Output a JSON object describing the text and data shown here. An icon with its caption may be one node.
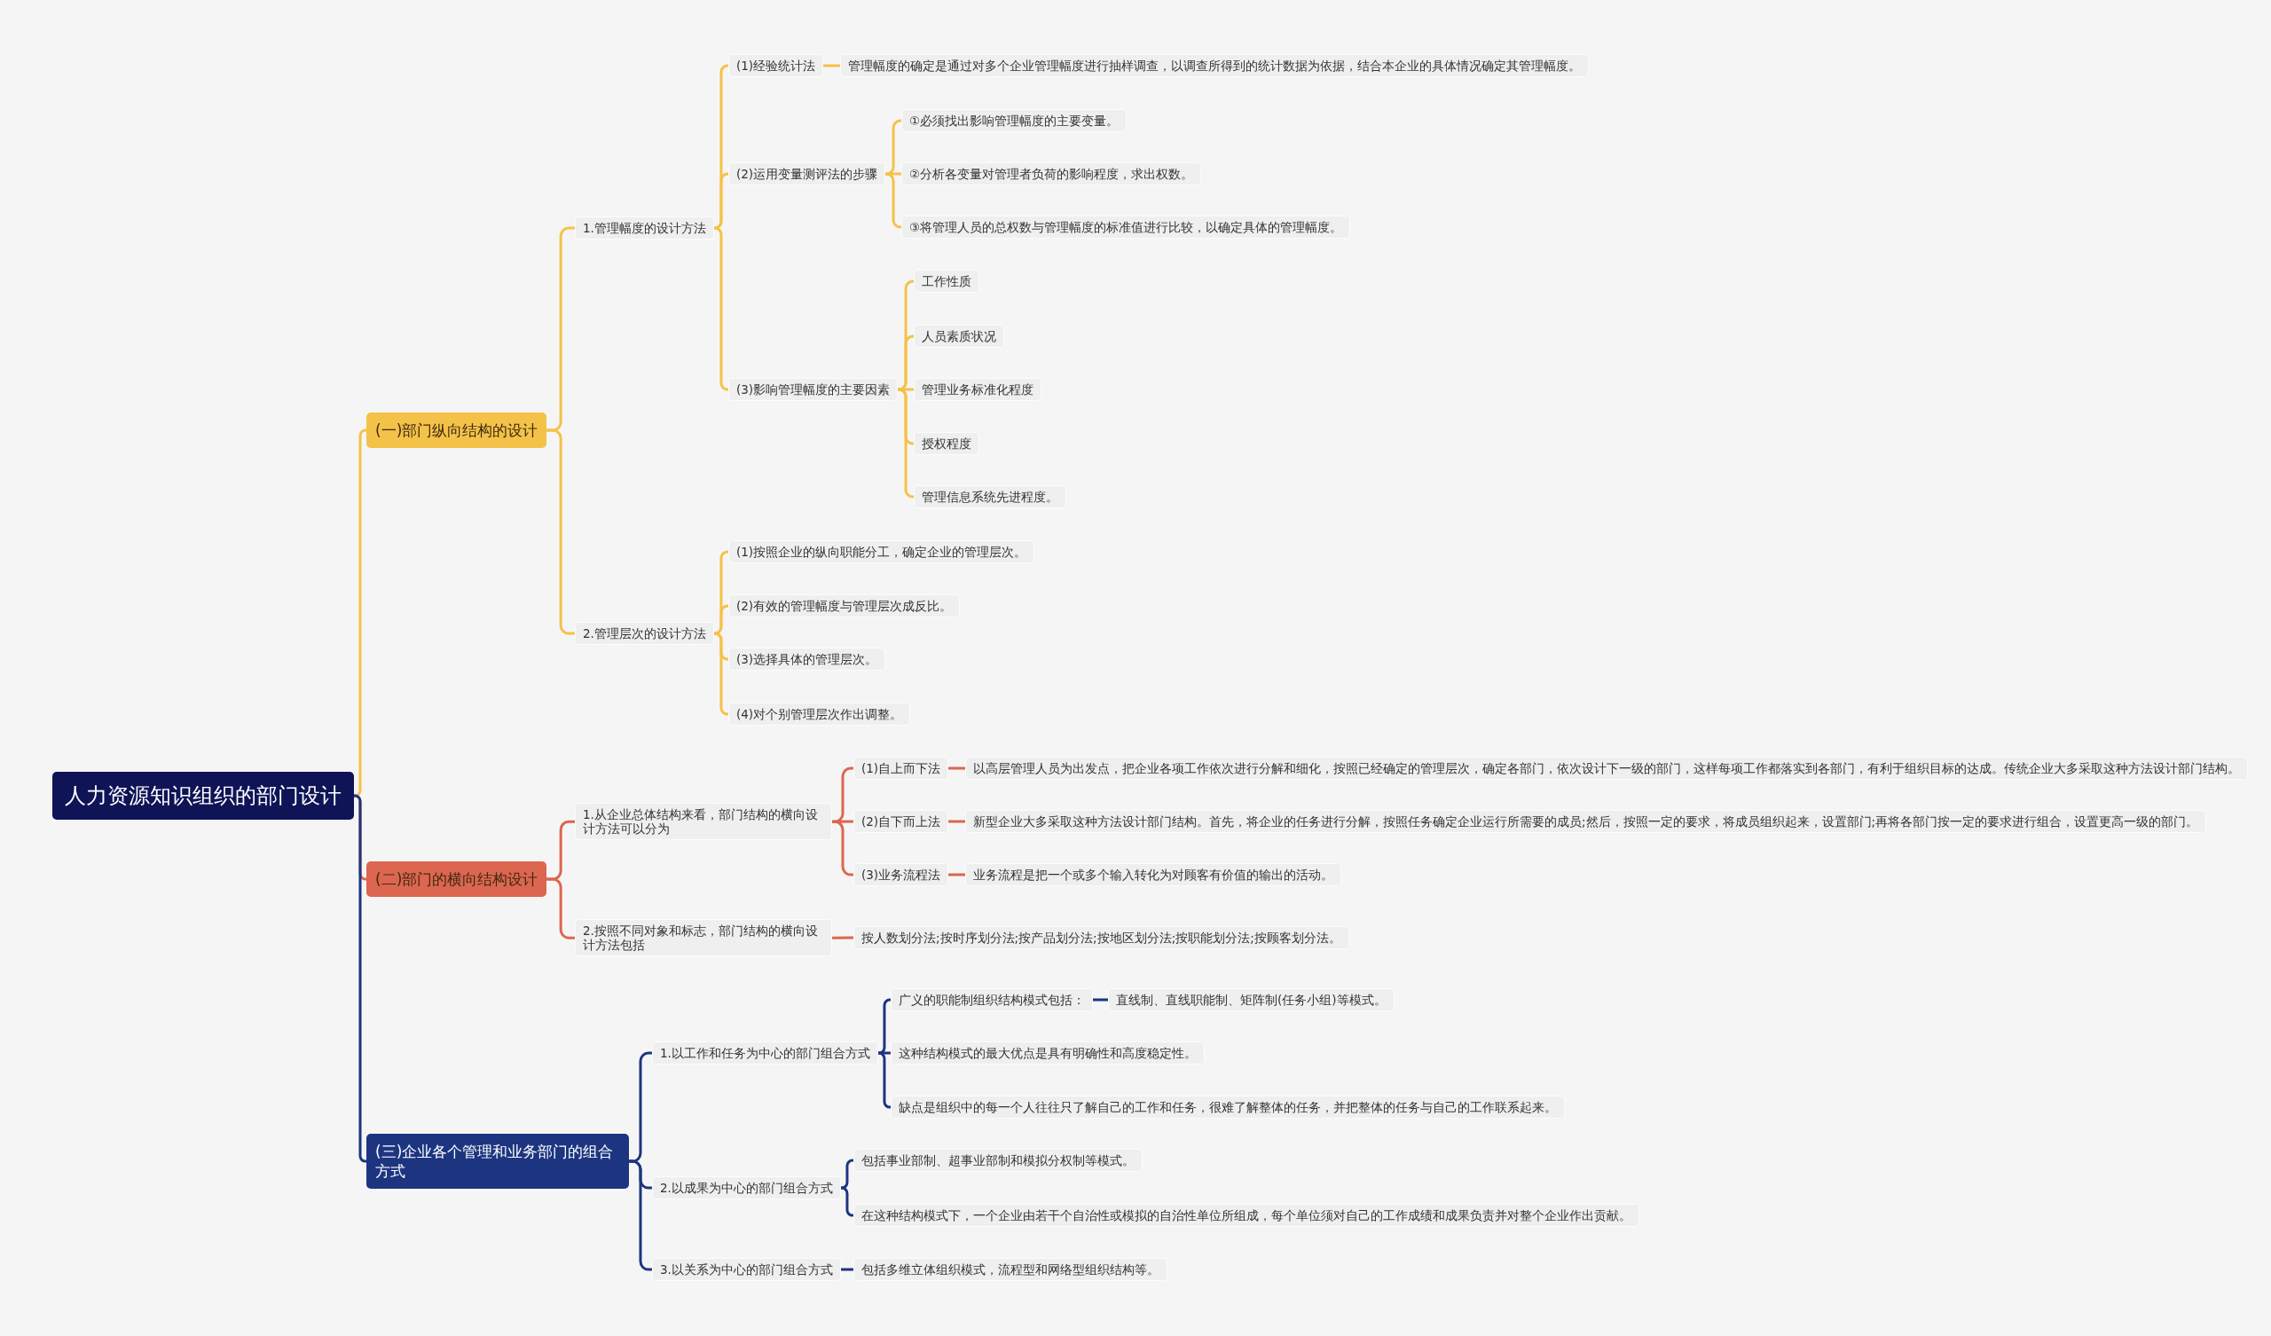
{
  "diagram": {
    "nodes": [
      {
        "text": [
          "人力资源知识组织的部门设计"
        ]
      },
      {
        "text": [
          "(一)部门纵向结构的设计"
        ]
      },
      {
        "text": [
          "1.管理幅度的设计方法"
        ]
      },
      {
        "text": [
          "(1)经验统计法"
        ]
      },
      {
        "text": [
          "管理幅度的确定是通过对多个企业管理幅度进行抽样调查，以调查所得到的统计数据为依据，结合本企业的具体情况确定其管理幅度。"
        ]
      },
      {
        "text": [
          "(2)运用变量测评法的步骤"
        ]
      },
      {
        "text": [
          "①必须找出影响管理幅度的主要变量。"
        ]
      },
      {
        "text": [
          "②分析各变量对管理者负荷的影响程度，求出权数。"
        ]
      },
      {
        "text": [
          "③将管理人员的总权数与管理幅度的标准值进行比较，以确定具体的管理幅度。"
        ]
      },
      {
        "text": [
          "(3)影响管理幅度的主要因素"
        ]
      },
      {
        "text": [
          "工作性质"
        ]
      },
      {
        "text": [
          "人员素质状况"
        ]
      },
      {
        "text": [
          "管理业务标准化程度"
        ]
      },
      {
        "text": [
          "授权程度"
        ]
      },
      {
        "text": [
          "管理信息系统先进程度。"
        ]
      },
      {
        "text": [
          "2.管理层次的设计方法"
        ]
      },
      {
        "text": [
          "(1)按照企业的纵向职能分工，确定企业的管理层次。"
        ]
      },
      {
        "text": [
          "(2)有效的管理幅度与管理层次成反比。"
        ]
      },
      {
        "text": [
          "(3)选择具体的管理层次。"
        ]
      },
      {
        "text": [
          "(4)对个别管理层次作出调整。"
        ]
      },
      {
        "text": [
          "(二)部门的横向结构设计"
        ]
      },
      {
        "text": [
          "1.从企业总体结构来看，部门结构的横向设计方法可以分为"
        ]
      },
      {
        "text": [
          "(1)自上而下法"
        ]
      },
      {
        "text": [
          "以高层管理人员为出发点，把企业各项工作依次进行分解和细化，按照已经确定的管理层次，确定各部门，依次设计下一级的部门，这样每项工作都落实到各部门，有利于组织目标的达成。传统企业大多采取这种方法设计部门结构。"
        ]
      },
      {
        "text": [
          "(2)自下而上法"
        ]
      },
      {
        "text": [
          "新型企业大多采取这种方法设计部门结构。首先，将企业的任务进行分解，按照任务确定企业运行所需要的成员;然后，按照一定的要求，将成员组织起来，设置部门;再将各部门按一定的要求进行组合，设置更高一级的部门。"
        ]
      },
      {
        "text": [
          "(3)业务流程法"
        ]
      },
      {
        "text": [
          "业务流程是把一个或多个输入转化为对顾客有价值的输出的活动。"
        ]
      },
      {
        "text": [
          "2.按照不同对象和标志，部门结构的横向设计方法包括"
        ]
      },
      {
        "text": [
          "按人数划分法;按时序划分法;按产品划分法;按地区划分法;按职能划分法;按顾客划分法。"
        ]
      },
      {
        "text": [
          "(三)企业各个管理和业务部门的组合方式"
        ]
      },
      {
        "text": [
          "1.以工作和任务为中心的部门组合方式"
        ]
      },
      {
        "text": [
          "广义的职能制组织结构模式包括："
        ]
      },
      {
        "text": [
          "直线制、直线职能制、矩阵制(任务小组)等模式。"
        ]
      },
      {
        "text": [
          "这种结构模式的最大优点是具有明确性和高度稳定性。"
        ]
      },
      {
        "text": [
          "缺点是组织中的每一个人往往只了解自己的工作和任务，很难了解整体的任务，并把整体的任务与自己的工作联系起来。"
        ]
      },
      {
        "text": [
          "2.以成果为中心的部门组合方式"
        ]
      },
      {
        "text": [
          "包括事业部制、超事业部制和模拟分权制等模式。"
        ]
      },
      {
        "text": [
          "在这种结构模式下，一个企业由若干个自治性或模拟的自治性单位所组成，每个单位须对自己的工作成绩和成果负责并对整个企业作出贡献。"
        ]
      },
      {
        "text": [
          "3.以关系为中心的部门组合方式"
        ]
      },
      {
        "text": [
          "包括多维立体组织模式，流程型和网络型组织结构等。"
        ]
      }
    ],
    "edges": [
      {
        "from": 0,
        "to": 1,
        "arrow": "none"
      },
      {
        "from": 1,
        "to": 2,
        "arrow": "none"
      },
      {
        "from": 2,
        "to": 3,
        "arrow": "none"
      },
      {
        "from": 3,
        "to": 4,
        "arrow": "none"
      },
      {
        "from": 2,
        "to": 5,
        "arrow": "none"
      },
      {
        "from": 5,
        "to": 6,
        "arrow": "none"
      },
      {
        "from": 5,
        "to": 7,
        "arrow": "none"
      },
      {
        "from": 5,
        "to": 8,
        "arrow": "none"
      },
      {
        "from": 2,
        "to": 9,
        "arrow": "none"
      },
      {
        "from": 9,
        "to": 10,
        "arrow": "none"
      },
      {
        "from": 9,
        "to": 11,
        "arrow": "none"
      },
      {
        "from": 9,
        "to": 12,
        "arrow": "none"
      },
      {
        "from": 9,
        "to": 13,
        "arrow": "none"
      },
      {
        "from": 9,
        "to": 14,
        "arrow": "none"
      },
      {
        "from": 1,
        "to": 15,
        "arrow": "none"
      },
      {
        "from": 15,
        "to": 16,
        "arrow": "none"
      },
      {
        "from": 15,
        "to": 17,
        "arrow": "none"
      },
      {
        "from": 15,
        "to": 18,
        "arrow": "none"
      },
      {
        "from": 15,
        "to": 19,
        "arrow": "none"
      },
      {
        "from": 0,
        "to": 20,
        "arrow": "none",
        "color": "#dc6650"
      },
      {
        "from": 20,
        "to": 21,
        "arrow": "none",
        "color": "#dc6650"
      },
      {
        "from": 21,
        "to": 22,
        "arrow": "none",
        "color": "#dc6650"
      },
      {
        "from": 22,
        "to": 23,
        "arrow": "none",
        "color": "#dc6650"
      },
      {
        "from": 21,
        "to": 24,
        "arrow": "none",
        "color": "#dc6650"
      },
      {
        "from": 24,
        "to": 25,
        "arrow": "none",
        "color": "#dc6650"
      },
      {
        "from": 21,
        "to": 26,
        "arrow": "none",
        "color": "#dc6650"
      },
      {
        "from": 26,
        "to": 27,
        "arrow": "none",
        "color": "#dc6650"
      },
      {
        "from": 20,
        "to": 28,
        "arrow": "none",
        "color": "#dc6650"
      },
      {
        "from": 28,
        "to": 29,
        "arrow": "none",
        "color": "#dc6650"
      },
      {
        "from": 0,
        "to": 30,
        "arrow": "none",
        "color": "#1d3580"
      },
      {
        "from": 30,
        "to": 31,
        "arrow": "none",
        "color": "#1d3580"
      },
      {
        "from": 31,
        "to": 32,
        "arrow": "none",
        "color": "#1d3580"
      },
      {
        "from": 32,
        "to": 33,
        "arrow": "none",
        "color": "#1d3580"
      },
      {
        "from": 31,
        "to": 34,
        "arrow": "none",
        "color": "#1d3580"
      },
      {
        "from": 31,
        "to": 35,
        "arrow": "none",
        "color": "#1d3580"
      },
      {
        "from": 30,
        "to": 36,
        "arrow": "none",
        "color": "#1d3580"
      },
      {
        "from": 36,
        "to": 37,
        "arrow": "none",
        "color": "#1d3580"
      },
      {
        "from": 36,
        "to": 38,
        "arrow": "none",
        "color": "#1d3580"
      },
      {
        "from": 30,
        "to": 39,
        "arrow": "none",
        "color": "#1d3580"
      },
      {
        "from": 39,
        "to": 40,
        "arrow": "none",
        "color": "#1d3580"
      }
    ]
  }
}
